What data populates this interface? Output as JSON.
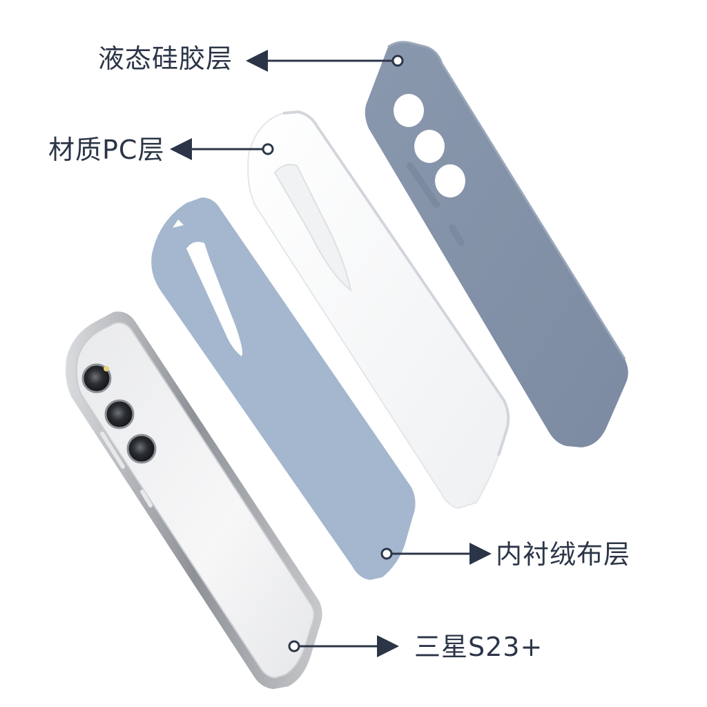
{
  "labels": {
    "silicone_layer": "液态硅胶层",
    "pc_layer": "材质PC层",
    "lining_layer": "内衬绒布层",
    "phone_model": "三星S23+"
  },
  "colors": {
    "silicone": "#8896ad",
    "pc": "#ffffff",
    "fabric": "#a9bcd4",
    "phone_frame": "#b8bbbf",
    "phone_back": "#f2f3f4",
    "callout": "#2b3547",
    "label_text": "#2b3547"
  },
  "icons": [
    "arrow-left-icon",
    "arrow-right-icon",
    "callout-dot-icon",
    "camera-lens-icon"
  ]
}
